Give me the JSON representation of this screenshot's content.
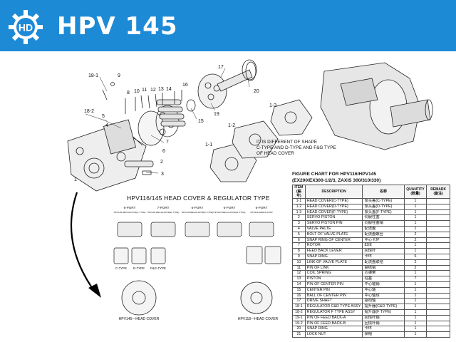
{
  "header": {
    "title": "HPV 145",
    "logo_icon": "hd-gear-logo-icon",
    "color": "#1d8ad6"
  },
  "labels": {
    "callouts": [
      "18-1",
      "9",
      "8",
      "10",
      "11",
      "12",
      "13",
      "14",
      "16",
      "17",
      "20",
      "18-2",
      "5",
      "4",
      "7",
      "6",
      "2",
      "3",
      "1",
      "15",
      "19",
      "1-1",
      "1-2",
      "1-3"
    ],
    "shape_note": [
      "IT IS DIFFERENT OF SHAPE",
      "C-TYPE AND D-TYPE AND F&G TYPE",
      "OF HEAD COVER"
    ],
    "reg_title": "HPV116/145 HEAD COVER & REGULATOR TYPE",
    "reg_ports": [
      "6-PORT",
      "7-PORT",
      "6-PORT",
      "6-PORT",
      "6-PORT"
    ],
    "reg_sub": [
      "HPV145 REGULATOR(C-TYPE)",
      "HPV145 REGULATOR(D-TYPE)",
      "HPV145 REGULATOR(F-TYPE)",
      "HPV145 REGULATOR(G-TYPE)",
      "HPV118 REGULATOR"
    ],
    "cover_types": [
      "C-TYPE",
      "D-TYPE",
      "F&G-TYPE"
    ],
    "bottom": [
      "HPV145—HEAD COVER",
      "HPV118—HEAD COVER"
    ]
  },
  "figure_chart": {
    "title_1": "FIGURE CHART FOR HPV116/HPV145",
    "title_2": "(EX200/EX300-1/2/3, ZAXIS 300/310/330)",
    "headers": {
      "item": "ITEM (編号)",
      "description": "DESCRIPTION",
      "cn": "名称",
      "quantity": "QUANTITY (数量)",
      "remark": "REMARK (备注)"
    },
    "rows": [
      {
        "item": "1-1",
        "desc": "HEAD COVER(C-TYPE)",
        "cn": "泵头盖(C-TYPE)",
        "qty": "1"
      },
      {
        "item": "1-2",
        "desc": "HEAD COVER(D-TYPE)",
        "cn": "泵头盖(D-TYPE)",
        "qty": "1"
      },
      {
        "item": "1-3",
        "desc": "HEAD COVER(F-TYPE)",
        "cn": "泵头盖(F-TYPE)",
        "qty": "1"
      },
      {
        "item": "2",
        "desc": "SERVO PISTON",
        "cn": "伺服柱塞",
        "qty": "1"
      },
      {
        "item": "3",
        "desc": "SERVO PISTON PIN",
        "cn": "伺服柱塞销",
        "qty": "1"
      },
      {
        "item": "4",
        "desc": "VALVE PALTE",
        "cn": "配流盘",
        "qty": "1"
      },
      {
        "item": "5",
        "desc": "BOLT OF VALVE PLATE",
        "cn": "配流盘螺丝",
        "qty": "2"
      },
      {
        "item": "6",
        "desc": "SNAP RING OF CENTER",
        "cn": "中心卡环",
        "qty": "2"
      },
      {
        "item": "7",
        "desc": "ROTOR",
        "cn": "缸体",
        "qty": "1"
      },
      {
        "item": "8",
        "desc": "FEED BACK LEVER",
        "cn": "回馈杆",
        "qty": "1"
      },
      {
        "item": "9",
        "desc": "SNAP RING",
        "cn": "卡环",
        "qty": "6"
      },
      {
        "item": "10",
        "desc": "LINK OF VALVE PLATE",
        "cn": "配流盘联结",
        "qty": "2"
      },
      {
        "item": "11",
        "desc": "PIN OF LINK",
        "cn": "联结销",
        "qty": "2"
      },
      {
        "item": "12",
        "desc": "COIL SPRING",
        "cn": "芯弹簧",
        "qty": "1"
      },
      {
        "item": "13",
        "desc": "PISTON",
        "cn": "柱塞",
        "qty": "7"
      },
      {
        "item": "14",
        "desc": "PIN OF CENTER PIN",
        "cn": "中心轴销",
        "qty": "1"
      },
      {
        "item": "15",
        "desc": "CENTER PIN",
        "cn": "中心轴",
        "qty": "1"
      },
      {
        "item": "16",
        "desc": "BALL OF CENTER PIN",
        "cn": "中心轴球",
        "qty": "1"
      },
      {
        "item": "17",
        "desc": "DRIVE SHAFT",
        "cn": "驱动轴",
        "qty": "1"
      },
      {
        "item": "18-1",
        "desc": "REGULATOR C&D TYPE ASSY",
        "cn": "提升器(C&D TYPE)",
        "qty": "1"
      },
      {
        "item": "18-2",
        "desc": "REGULATOR F TYPE ASSY",
        "cn": "提升器(F TYPE)",
        "qty": "1"
      },
      {
        "item": "19-1",
        "desc": "PIN OF FEED BACK-A",
        "cn": "回馈杆销",
        "qty": "1"
      },
      {
        "item": "19-2",
        "desc": "PIN OF FEED BACK-B",
        "cn": "回馈杆销",
        "qty": "1"
      },
      {
        "item": "20",
        "desc": "SNAP RING",
        "cn": "卡环",
        "qty": "1"
      },
      {
        "item": "21",
        "desc": "LOCK NUT",
        "cn": "锁帽",
        "qty": "1"
      }
    ]
  }
}
